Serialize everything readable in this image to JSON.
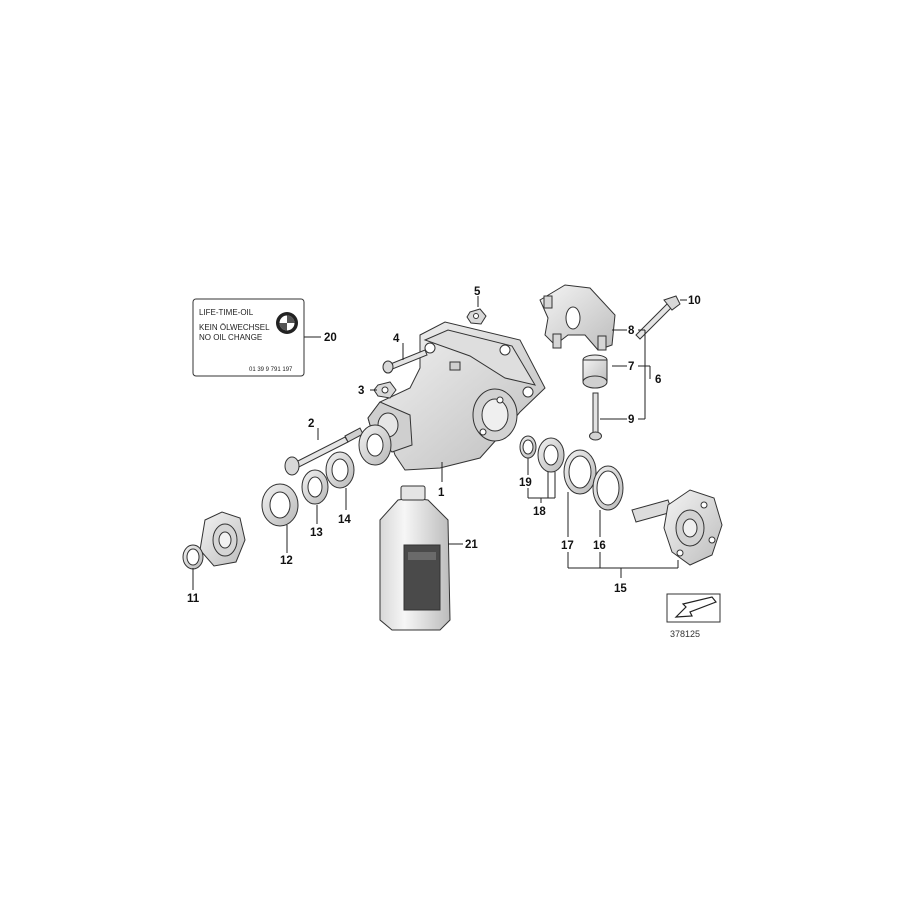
{
  "label_card": {
    "line1": "LIFE-TIME-OIL",
    "line2": "KEIN ÖLWECHSEL",
    "line3": "NO OIL CHANGE",
    "part_no": "01 39 9 791 197",
    "logo": "bmw-roundel-icon"
  },
  "callouts": {
    "c1": "1",
    "c2": "2",
    "c3": "3",
    "c4": "4",
    "c5": "5",
    "c6": "6",
    "c7": "7",
    "c8": "8",
    "c9": "9",
    "c10": "10",
    "c11": "11",
    "c12": "12",
    "c13": "13",
    "c14": "14",
    "c15": "15",
    "c16": "16",
    "c17": "17",
    "c18": "18",
    "c19": "19",
    "c20": "20",
    "c21": "21"
  },
  "diagram_ref": "378125",
  "colors": {
    "line": "#333333",
    "part_fill": "#e9e9e9",
    "part_shade": "#cfcfcf",
    "bottle_band": "#4a4a4a"
  }
}
